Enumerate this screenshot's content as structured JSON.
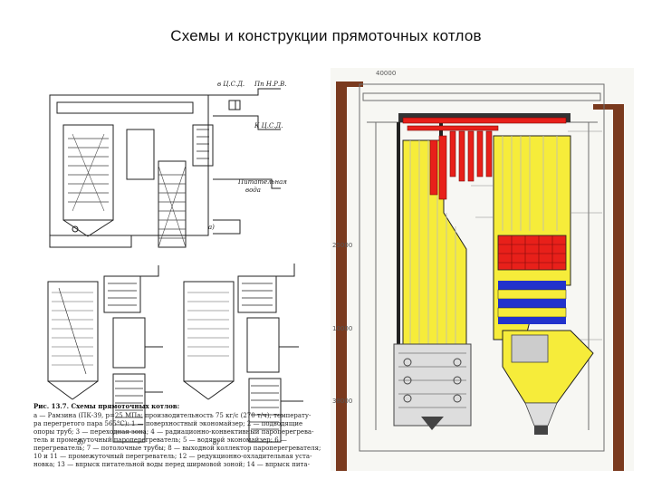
{
  "slide": {
    "title": "Схемы и конструкции прямоточных котлов"
  },
  "left_figure": {
    "labels": {
      "steam_to_ppv": "Пп Н.Р.В.",
      "to_ppv": "в Ц.С.Д.",
      "k_ppv": "К Ц.С.Д.",
      "feed_water_1": "Питательная",
      "feed_water_2": "вода",
      "sub_a": "а)",
      "sub_b": "б)",
      "sub_v": "в)"
    },
    "caption": {
      "heading": "Рис. 13.7. Схемы прямоточных котлов:",
      "lines": [
        "а — Рамзина (ПК-39, р=25 МПа; производительность 75 кг/с (270 т/ч); температу-",
        "ра перегретого пара 565°С): 1 — поверхностный экономайзер; 2 — подводящие",
        "опоры труб; 3 — переходная зона; 4 — радиационно-конвективный пароперегрева-",
        "тель и промежуточный пароперегреватель; 5 — водяной экономайзер; 6 —",
        "перегреватель; 7 — потолочные трубы; 8 — выходной коллектор пароперегревателя;",
        "10 и 11 — промежуточный перегреватель; 12 — редукционно-охладительная уста-",
        "новка; 13 — впрыск питательной воды перед ширмовой зоной; 14 — впрыск пита-"
      ]
    }
  },
  "right_figure": {
    "scale_marks": [
      "25000",
      "10000",
      "38000"
    ],
    "top_mark": "40000"
  },
  "colors": {
    "furnace_yellow": "#f6ec3a",
    "superheater_red": "#e8201a",
    "economizer_blue": "#2233cc",
    "frame_brown": "#7a3a1e",
    "drawing_grey": "#6e6e6e"
  }
}
